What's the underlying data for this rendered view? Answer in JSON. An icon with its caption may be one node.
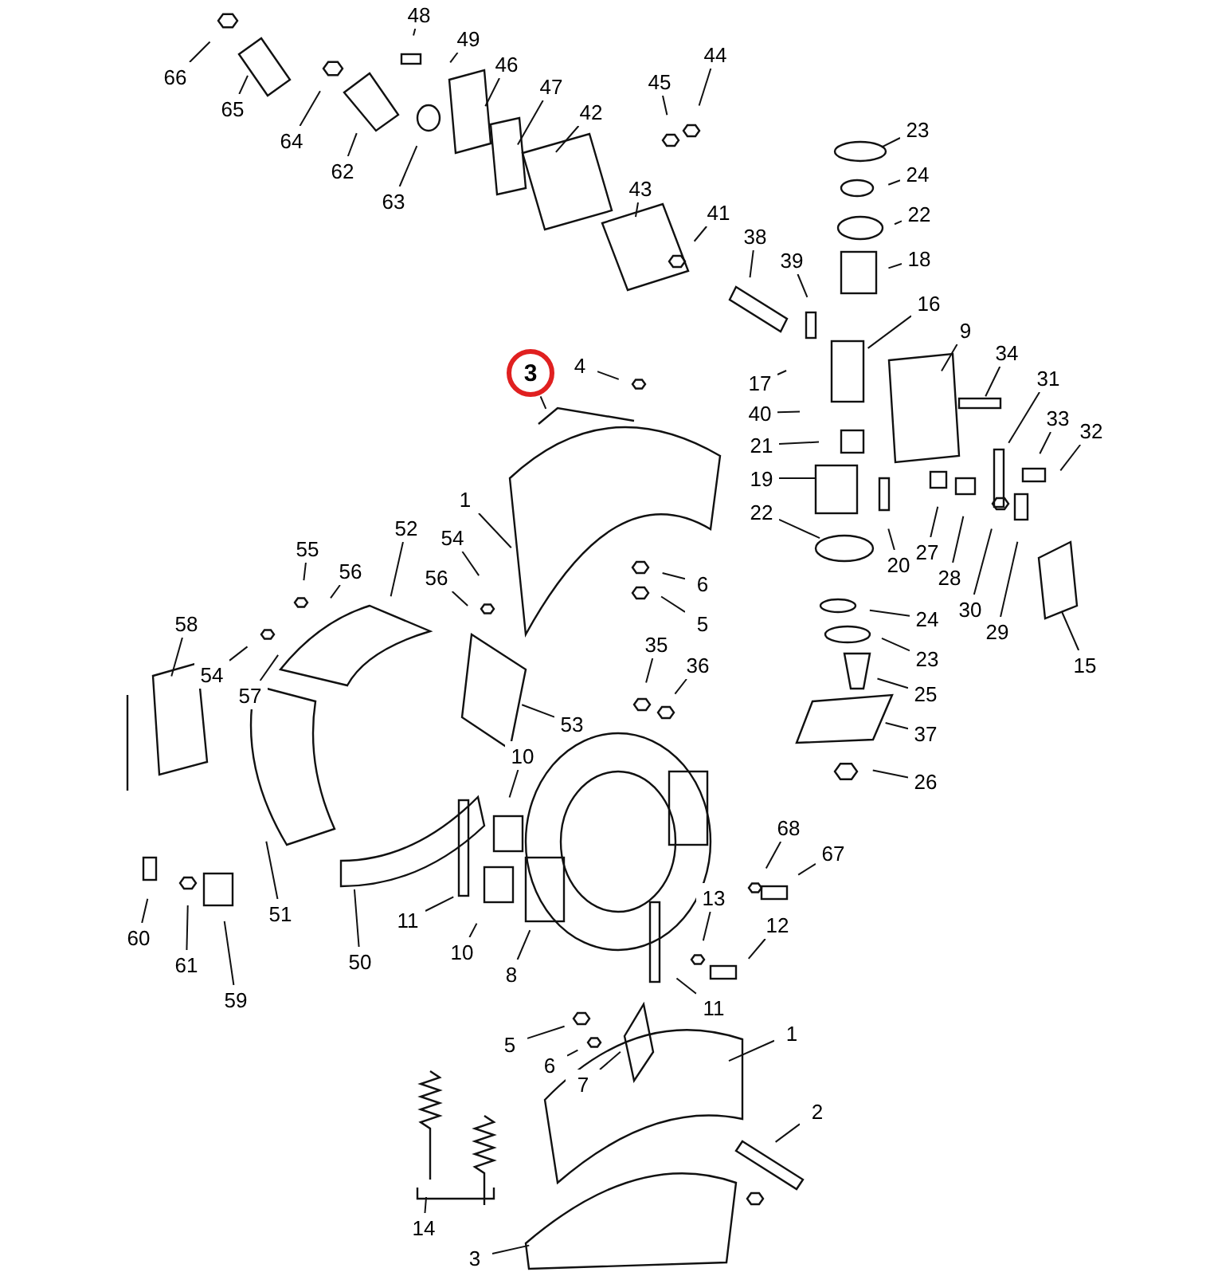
{
  "diagram": {
    "nodes": [
      {
        "text": [
          "66"
        ]
      },
      {
        "text": [
          "65"
        ]
      },
      {
        "text": [
          "64"
        ]
      },
      {
        "text": [
          "62"
        ]
      },
      {
        "text": [
          "63"
        ]
      },
      {
        "text": [
          "48"
        ]
      },
      {
        "text": [
          "49"
        ]
      },
      {
        "text": [
          "46"
        ]
      },
      {
        "text": [
          "47"
        ]
      },
      {
        "text": [
          "42"
        ]
      },
      {
        "text": [
          "45"
        ]
      },
      {
        "text": [
          "44"
        ]
      },
      {
        "text": [
          "43"
        ]
      },
      {
        "text": [
          "41"
        ]
      },
      {
        "text": [
          "38"
        ]
      },
      {
        "text": [
          "39"
        ]
      },
      {
        "text": [
          "23"
        ]
      },
      {
        "text": [
          "24"
        ]
      },
      {
        "text": [
          "22"
        ]
      },
      {
        "text": [
          "18"
        ]
      },
      {
        "text": [
          "16"
        ]
      },
      {
        "text": [
          "9"
        ]
      },
      {
        "text": [
          "34"
        ]
      },
      {
        "text": [
          "3"
        ]
      },
      {
        "text": [
          "4"
        ]
      },
      {
        "text": [
          "17"
        ]
      },
      {
        "text": [
          "40"
        ]
      },
      {
        "text": [
          "31"
        ]
      },
      {
        "text": [
          "33"
        ]
      },
      {
        "text": [
          "32"
        ]
      },
      {
        "text": [
          "21"
        ]
      },
      {
        "text": [
          "19"
        ]
      },
      {
        "text": [
          "1"
        ]
      },
      {
        "text": [
          "22"
        ]
      },
      {
        "text": [
          "6"
        ]
      },
      {
        "text": [
          "27"
        ]
      },
      {
        "text": [
          "20"
        ]
      },
      {
        "text": [
          "28"
        ]
      },
      {
        "text": [
          "30"
        ]
      },
      {
        "text": [
          "29"
        ]
      },
      {
        "text": [
          "24"
        ]
      },
      {
        "text": [
          "5"
        ]
      },
      {
        "text": [
          "15"
        ]
      },
      {
        "text": [
          "23"
        ]
      },
      {
        "text": [
          "25"
        ]
      },
      {
        "text": [
          "37"
        ]
      },
      {
        "text": [
          "26"
        ]
      },
      {
        "text": [
          "55"
        ]
      },
      {
        "text": [
          "56"
        ]
      },
      {
        "text": [
          "52"
        ]
      },
      {
        "text": [
          "54"
        ]
      },
      {
        "text": [
          "56"
        ]
      },
      {
        "text": [
          "58"
        ]
      },
      {
        "text": [
          "54"
        ]
      },
      {
        "text": [
          "57"
        ]
      },
      {
        "text": [
          "35"
        ]
      },
      {
        "text": [
          "36"
        ]
      },
      {
        "text": [
          "53"
        ]
      },
      {
        "text": [
          "10"
        ]
      },
      {
        "text": [
          "68"
        ]
      },
      {
        "text": [
          "67"
        ]
      },
      {
        "text": [
          "51"
        ]
      },
      {
        "text": [
          "13"
        ]
      },
      {
        "text": [
          "11"
        ]
      },
      {
        "text": [
          "12"
        ]
      },
      {
        "text": [
          "60"
        ]
      },
      {
        "text": [
          "10"
        ]
      },
      {
        "text": [
          "50"
        ]
      },
      {
        "text": [
          "61"
        ]
      },
      {
        "text": [
          "8"
        ]
      },
      {
        "text": [
          "59"
        ]
      },
      {
        "text": [
          "11"
        ]
      },
      {
        "text": [
          "1"
        ]
      },
      {
        "text": [
          "5"
        ]
      },
      {
        "text": [
          "6"
        ]
      },
      {
        "text": [
          "7"
        ]
      },
      {
        "text": [
          "2"
        ]
      },
      {
        "text": [
          "14"
        ]
      },
      {
        "text": [
          "3"
        ]
      }
    ],
    "edges": [
      {
        "from": 0,
        "to": null,
        "arrow": "none"
      },
      {
        "from": 1,
        "to": null,
        "arrow": "none"
      },
      {
        "from": 2,
        "to": null,
        "arrow": "none"
      },
      {
        "from": 3,
        "to": null,
        "arrow": "none"
      },
      {
        "from": 4,
        "to": null,
        "arrow": "none"
      },
      {
        "from": 5,
        "to": null,
        "arrow": "none"
      },
      {
        "from": 6,
        "to": null,
        "arrow": "none"
      },
      {
        "from": 7,
        "to": null,
        "arrow": "none"
      },
      {
        "from": 8,
        "to": null,
        "arrow": "none"
      },
      {
        "from": 9,
        "to": null,
        "arrow": "none"
      },
      {
        "from": 10,
        "to": null,
        "arrow": "none"
      },
      {
        "from": 11,
        "to": null,
        "arrow": "none"
      },
      {
        "from": 12,
        "to": null,
        "arrow": "none"
      },
      {
        "from": 13,
        "to": null,
        "arrow": "none"
      },
      {
        "from": 14,
        "to": null,
        "arrow": "none"
      },
      {
        "from": 15,
        "to": null,
        "arrow": "none"
      },
      {
        "from": 16,
        "to": null,
        "arrow": "none"
      },
      {
        "from": 17,
        "to": null,
        "arrow": "none"
      },
      {
        "from": 18,
        "to": null,
        "arrow": "none"
      },
      {
        "from": 19,
        "to": null,
        "arrow": "none"
      },
      {
        "from": 20,
        "to": null,
        "arrow": "none"
      },
      {
        "from": 21,
        "to": null,
        "arrow": "none"
      },
      {
        "from": 22,
        "to": null,
        "arrow": "none"
      },
      {
        "from": 23,
        "to": null,
        "arrow": "none"
      },
      {
        "from": 24,
        "to": null,
        "arrow": "none"
      },
      {
        "from": 25,
        "to": null,
        "arrow": "none"
      },
      {
        "from": 26,
        "to": null,
        "arrow": "none"
      },
      {
        "from": 27,
        "to": null,
        "arrow": "none"
      },
      {
        "from": 28,
        "to": null,
        "arrow": "none"
      },
      {
        "from": 29,
        "to": null,
        "arrow": "none"
      },
      {
        "from": 30,
        "to": null,
        "arrow": "none"
      },
      {
        "from": 31,
        "to": null,
        "arrow": "none"
      },
      {
        "from": 32,
        "to": null,
        "arrow": "none"
      },
      {
        "from": 33,
        "to": null,
        "arrow": "none"
      },
      {
        "from": 34,
        "to": null,
        "arrow": "none"
      },
      {
        "from": 35,
        "to": null,
        "arrow": "none"
      },
      {
        "from": 36,
        "to": null,
        "arrow": "none"
      },
      {
        "from": 37,
        "to": null,
        "arrow": "none"
      },
      {
        "from": 38,
        "to": null,
        "arrow": "none"
      },
      {
        "from": 39,
        "to": null,
        "arrow": "none"
      },
      {
        "from": 40,
        "to": null,
        "arrow": "none"
      },
      {
        "from": 41,
        "to": null,
        "arrow": "none"
      },
      {
        "from": 42,
        "to": null,
        "arrow": "none"
      },
      {
        "from": 43,
        "to": null,
        "arrow": "none"
      },
      {
        "from": 44,
        "to": null,
        "arrow": "none"
      },
      {
        "from": 45,
        "to": null,
        "arrow": "none"
      },
      {
        "from": 46,
        "to": null,
        "arrow": "none"
      },
      {
        "from": 47,
        "to": null,
        "arrow": "none"
      },
      {
        "from": 48,
        "to": null,
        "arrow": "none"
      },
      {
        "from": 49,
        "to": null,
        "arrow": "none"
      },
      {
        "from": 50,
        "to": null,
        "arrow": "none"
      },
      {
        "from": 51,
        "to": null,
        "arrow": "none"
      },
      {
        "from": 52,
        "to": null,
        "arrow": "none"
      },
      {
        "from": 53,
        "to": null,
        "arrow": "none"
      },
      {
        "from": 54,
        "to": null,
        "arrow": "none"
      },
      {
        "from": 55,
        "to": null,
        "arrow": "none"
      },
      {
        "from": 56,
        "to": null,
        "arrow": "none"
      },
      {
        "from": 57,
        "to": null,
        "arrow": "none"
      },
      {
        "from": 58,
        "to": null,
        "arrow": "none"
      },
      {
        "from": 59,
        "to": null,
        "arrow": "none"
      },
      {
        "from": 60,
        "to": null,
        "arrow": "none"
      },
      {
        "from": 61,
        "to": null,
        "arrow": "none"
      },
      {
        "from": 62,
        "to": null,
        "arrow": "none"
      },
      {
        "from": 63,
        "to": null,
        "arrow": "none"
      },
      {
        "from": 64,
        "to": null,
        "arrow": "none"
      },
      {
        "from": 65,
        "to": null,
        "arrow": "none"
      },
      {
        "from": 66,
        "to": null,
        "arrow": "none"
      },
      {
        "from": 67,
        "to": null,
        "arrow": "none"
      },
      {
        "from": 68,
        "to": null,
        "arrow": "none"
      },
      {
        "from": 69,
        "to": null,
        "arrow": "none"
      },
      {
        "from": 70,
        "to": null,
        "arrow": "none"
      },
      {
        "from": 71,
        "to": null,
        "arrow": "none"
      },
      {
        "from": 72,
        "to": null,
        "arrow": "none"
      },
      {
        "from": 73,
        "to": null,
        "arrow": "none"
      },
      {
        "from": 74,
        "to": null,
        "arrow": "none"
      },
      {
        "from": 75,
        "to": null,
        "arrow": "none"
      },
      {
        "from": 76,
        "to": null,
        "arrow": "none"
      },
      {
        "from": 77,
        "to": null,
        "arrow": "none"
      },
      {
        "from": 78,
        "to": null,
        "arrow": "none"
      }
    ]
  }
}
